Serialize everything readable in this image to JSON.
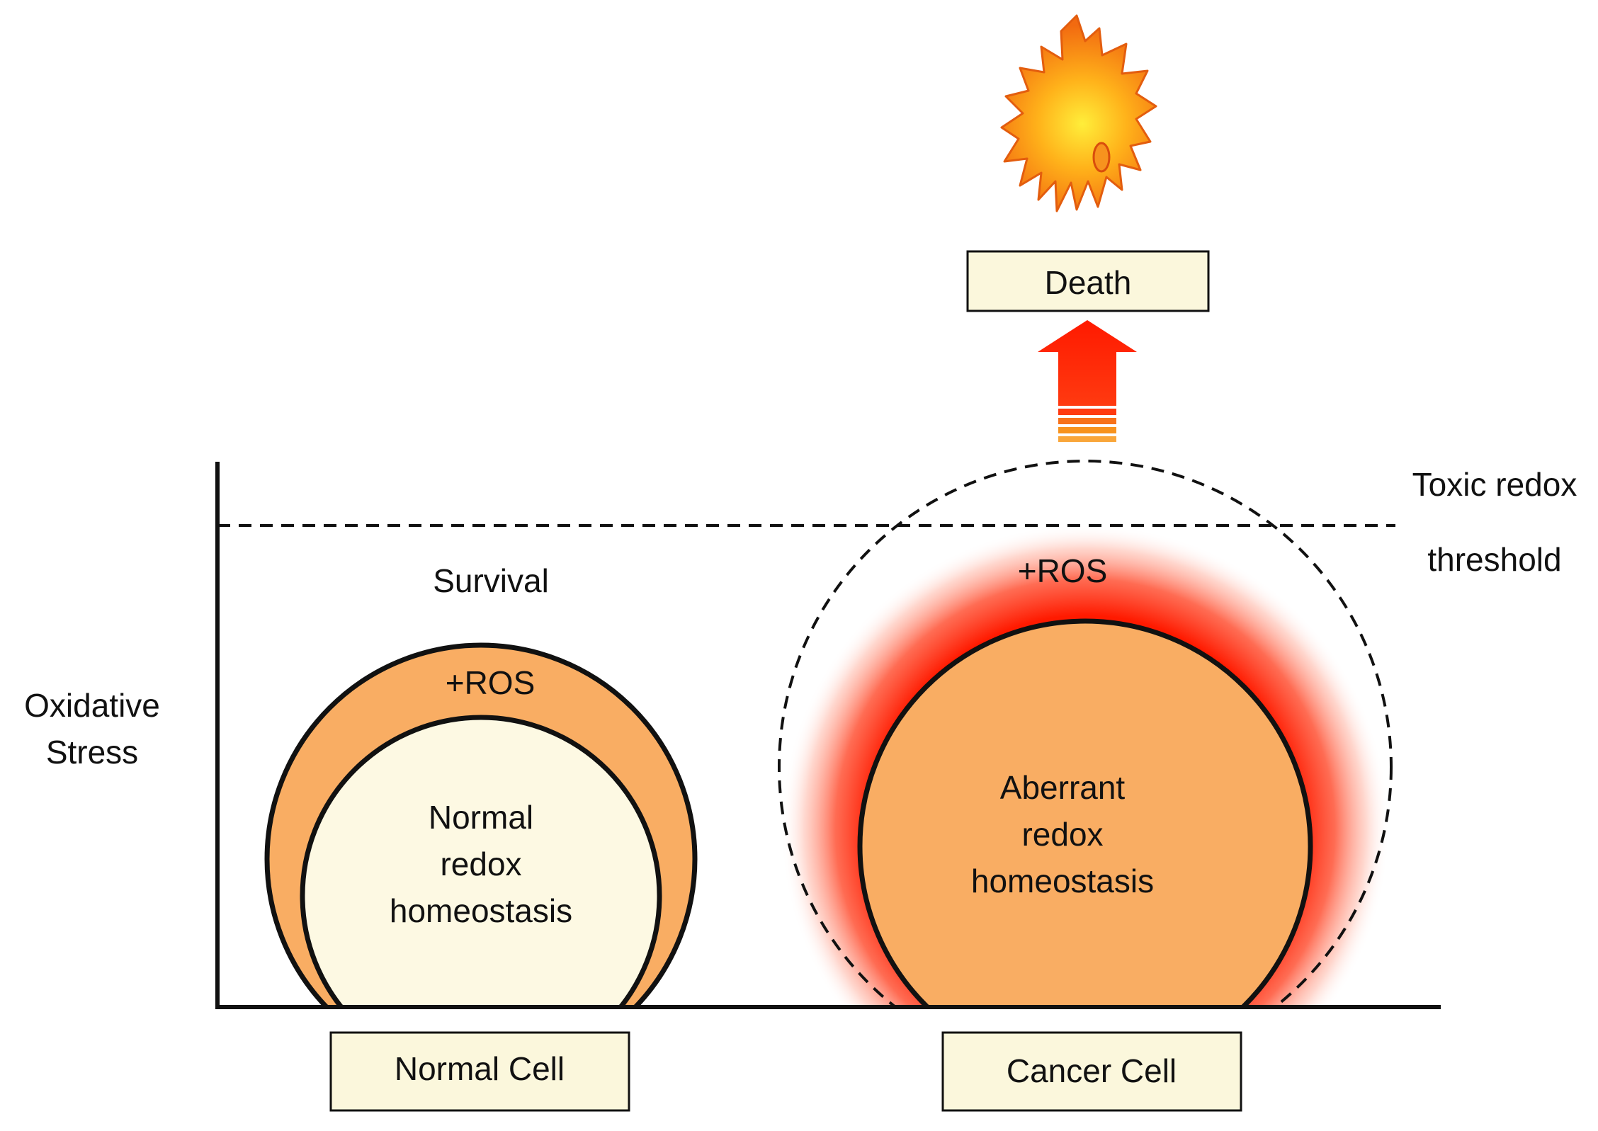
{
  "axis": {
    "y_label_line1": "Oxidative",
    "y_label_line2": "Stress"
  },
  "threshold": {
    "label_line1": "Toxic redox",
    "label_line2": "threshold"
  },
  "survival_label": "Survival",
  "normal_cell": {
    "ros_label": "+ROS",
    "inner_line1": "Normal",
    "inner_line2": "redox",
    "inner_line3": "homeostasis",
    "box_label": "Normal Cell"
  },
  "cancer_cell": {
    "ros_label": "+ROS",
    "inner_line1": "Aberrant",
    "inner_line2": "redox",
    "inner_line3": "homeostasis",
    "box_label": "Cancer Cell"
  },
  "outcome": {
    "death_label": "Death"
  },
  "colors": {
    "box_fill": "#fbf7dc",
    "normal_core": "#fdf9e3",
    "ros_orange": "#f9ad63",
    "glow_red": "#ff1a00",
    "arrow_red": "#ff1a00",
    "stripe_orange": "#f7931e"
  }
}
